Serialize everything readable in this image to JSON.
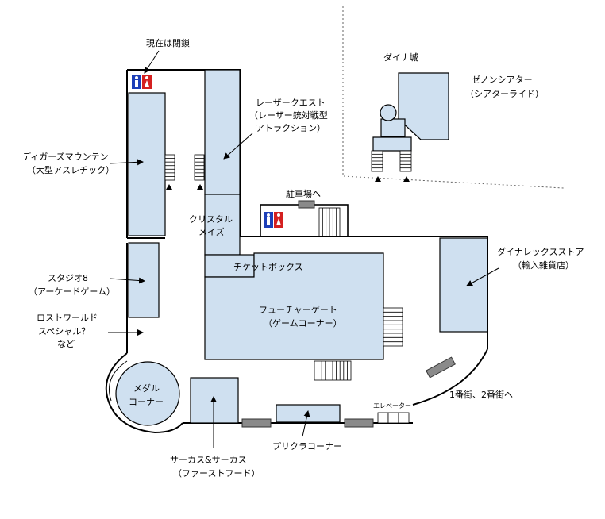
{
  "labels": {
    "closed": "現在は閉鎖",
    "dyna_castle": "ダイナ城",
    "xenon_1": "ゼノンシアター",
    "xenon_2": "（シアターライド）",
    "laser_1": "レーザークエスト",
    "laser_2": "（レーザー銃対戦型",
    "laser_3": "アトラクション）",
    "digger_1": "ディガーズマウンテン",
    "digger_2": "（大型アスレチック）",
    "parking": "駐車場へ",
    "crystal_1": "クリスタル",
    "crystal_2": "メイズ",
    "ticket": "チケットボックス",
    "dynalex_1": "ダイナレックスストア",
    "dynalex_2": "（輸入雑貨店）",
    "studio_1": "スタジオ8",
    "studio_2": "（アーケードゲーム）",
    "future_1": "フューチャーゲート",
    "future_2": "（ゲームコーナー）",
    "lost_1": "ロストワールド",
    "lost_2": "スペシャル？",
    "lost_3": "など",
    "medal_1": "メダル",
    "medal_2": "コーナー",
    "elevator": "エレベーター",
    "streets": "1番街、2番街へ",
    "purikura": "プリクラコーナー",
    "circus_1": "サーカス&サーカス",
    "circus_2": "（ファーストフード）"
  },
  "icons": {
    "restroom_top": "restroom-icon",
    "restroom_mid": "restroom-icon",
    "stair_arrow": "triangle-up-icon"
  },
  "colors": {
    "room_fill": "#cfe0f0",
    "male": "#1d3fb8",
    "female": "#d42020"
  }
}
